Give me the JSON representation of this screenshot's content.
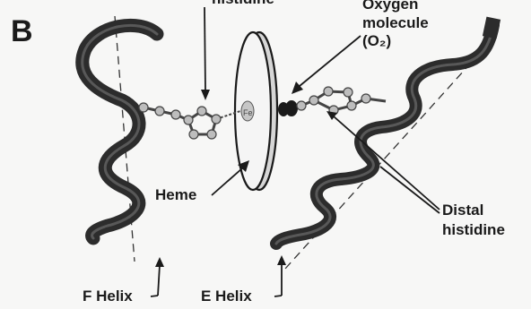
{
  "panel_label": "B",
  "labels": {
    "proximal_histidine": "histidine",
    "oxygen_line1": "Oxygen",
    "oxygen_line2": "molecule",
    "oxygen_line3": "(O₂)",
    "heme": "Heme",
    "distal_line1": "Distal",
    "distal_line2": "histidine",
    "f_helix": "F Helix",
    "e_helix": "E Helix"
  },
  "colors": {
    "helix": "#2c2c2c",
    "ink": "#1a1a1a",
    "atom": "#bdbdbd"
  }
}
